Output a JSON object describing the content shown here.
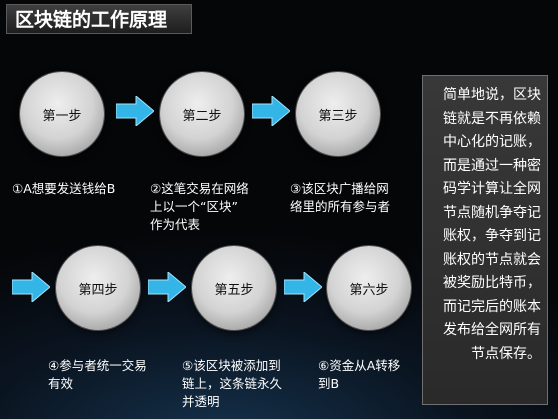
{
  "title": "区块链的工作原理",
  "steps": [
    {
      "label": "第一步",
      "desc": "①A想要发送钱给B"
    },
    {
      "label": "第二步",
      "desc": "②这笔交易在网络\n上以一个“区块”\n作为代表"
    },
    {
      "label": "第三步",
      "desc": "③该区块广播给网\n络里的所有参与者"
    },
    {
      "label": "第四步",
      "desc": "④参与者统一交易\n有效"
    },
    {
      "label": "第五步",
      "desc": "⑤该区块被添加到\n链上，这条链永久\n并透明"
    },
    {
      "label": "第六步",
      "desc": "⑥资金从A转移\n到B"
    }
  ],
  "summary": "简单地说，区块\n链就是不再依赖\n中心化的记账，\n而是通过一种密\n码学计算让全网\n节点随机争夺记\n账权，争夺到记\n账权的节点就会\n被奖励比特币，\n而记完后的账本\n发布给全网所有\n节点保存。",
  "colors": {
    "arrow": "#33b5e8",
    "circle": "#d6d6d6",
    "panel": "#333333"
  },
  "icons": [
    "right-arrow-icon"
  ]
}
